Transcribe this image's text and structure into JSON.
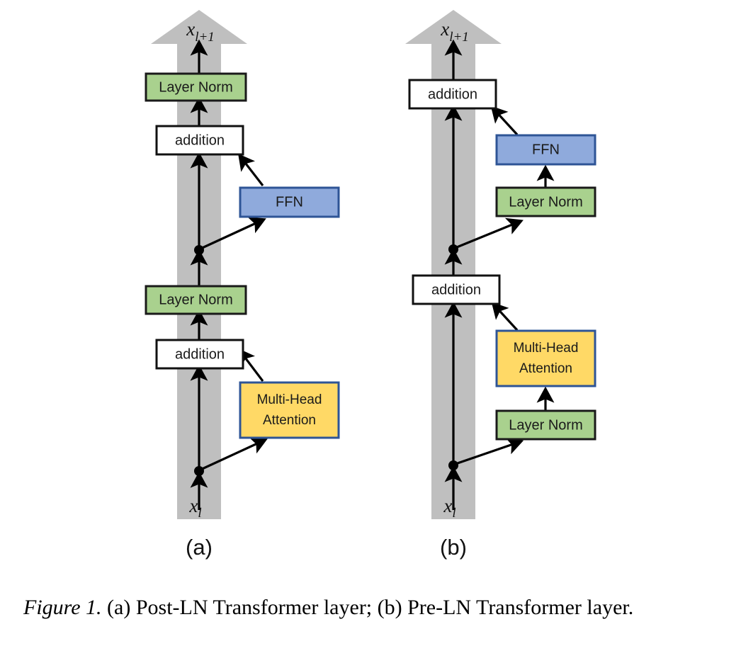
{
  "figure": {
    "caption_figure_number": "Figure 1.",
    "caption_text": " (a) Post-LN Transformer layer; (b) Pre-LN Transformer layer.",
    "colors": {
      "layer_norm_fill": "#a9d18e",
      "layer_norm_stroke": "#1a1a1a",
      "ffn_fill": "#8faadc",
      "ffn_stroke": "#2e5496",
      "attention_fill": "#ffd966",
      "attention_stroke": "#2e5496",
      "addition_fill": "#ffffff",
      "addition_stroke": "#111111",
      "residual_stream": "#bfbfbf",
      "arrow": "#000000",
      "background": "#ffffff"
    }
  },
  "panels": [
    {
      "id": "panel-a",
      "label": "(a)",
      "name": "Post-LN Transformer layer",
      "input_var": {
        "base": "x",
        "sub": "l"
      },
      "output_var": {
        "base": "x",
        "sub": "l+1"
      },
      "blocks": [
        {
          "id": "a-layer-norm-top",
          "type": "layer-norm",
          "label": "Layer Norm"
        },
        {
          "id": "a-addition-top",
          "type": "addition",
          "label": "addition"
        },
        {
          "id": "a-ffn",
          "type": "ffn",
          "label": "FFN"
        },
        {
          "id": "a-layer-norm-bottom",
          "type": "layer-norm",
          "label": "Layer Norm"
        },
        {
          "id": "a-addition-bottom",
          "type": "addition",
          "label": "addition"
        },
        {
          "id": "a-attention",
          "type": "attention",
          "label_line1": "Multi-Head",
          "label_line2": "Attention"
        }
      ]
    },
    {
      "id": "panel-b",
      "label": "(b)",
      "name": "Pre-LN Transformer layer",
      "input_var": {
        "base": "x",
        "sub": "l"
      },
      "output_var": {
        "base": "x",
        "sub": "l+1"
      },
      "blocks": [
        {
          "id": "b-addition-top",
          "type": "addition",
          "label": "addition"
        },
        {
          "id": "b-ffn",
          "type": "ffn",
          "label": "FFN"
        },
        {
          "id": "b-layer-norm-ffn",
          "type": "layer-norm",
          "label": "Layer Norm"
        },
        {
          "id": "b-addition-bottom",
          "type": "addition",
          "label": "addition"
        },
        {
          "id": "b-attention",
          "type": "attention",
          "label_line1": "Multi-Head",
          "label_line2": "Attention"
        },
        {
          "id": "b-layer-norm-attn",
          "type": "layer-norm",
          "label": "Layer Norm"
        }
      ]
    }
  ]
}
